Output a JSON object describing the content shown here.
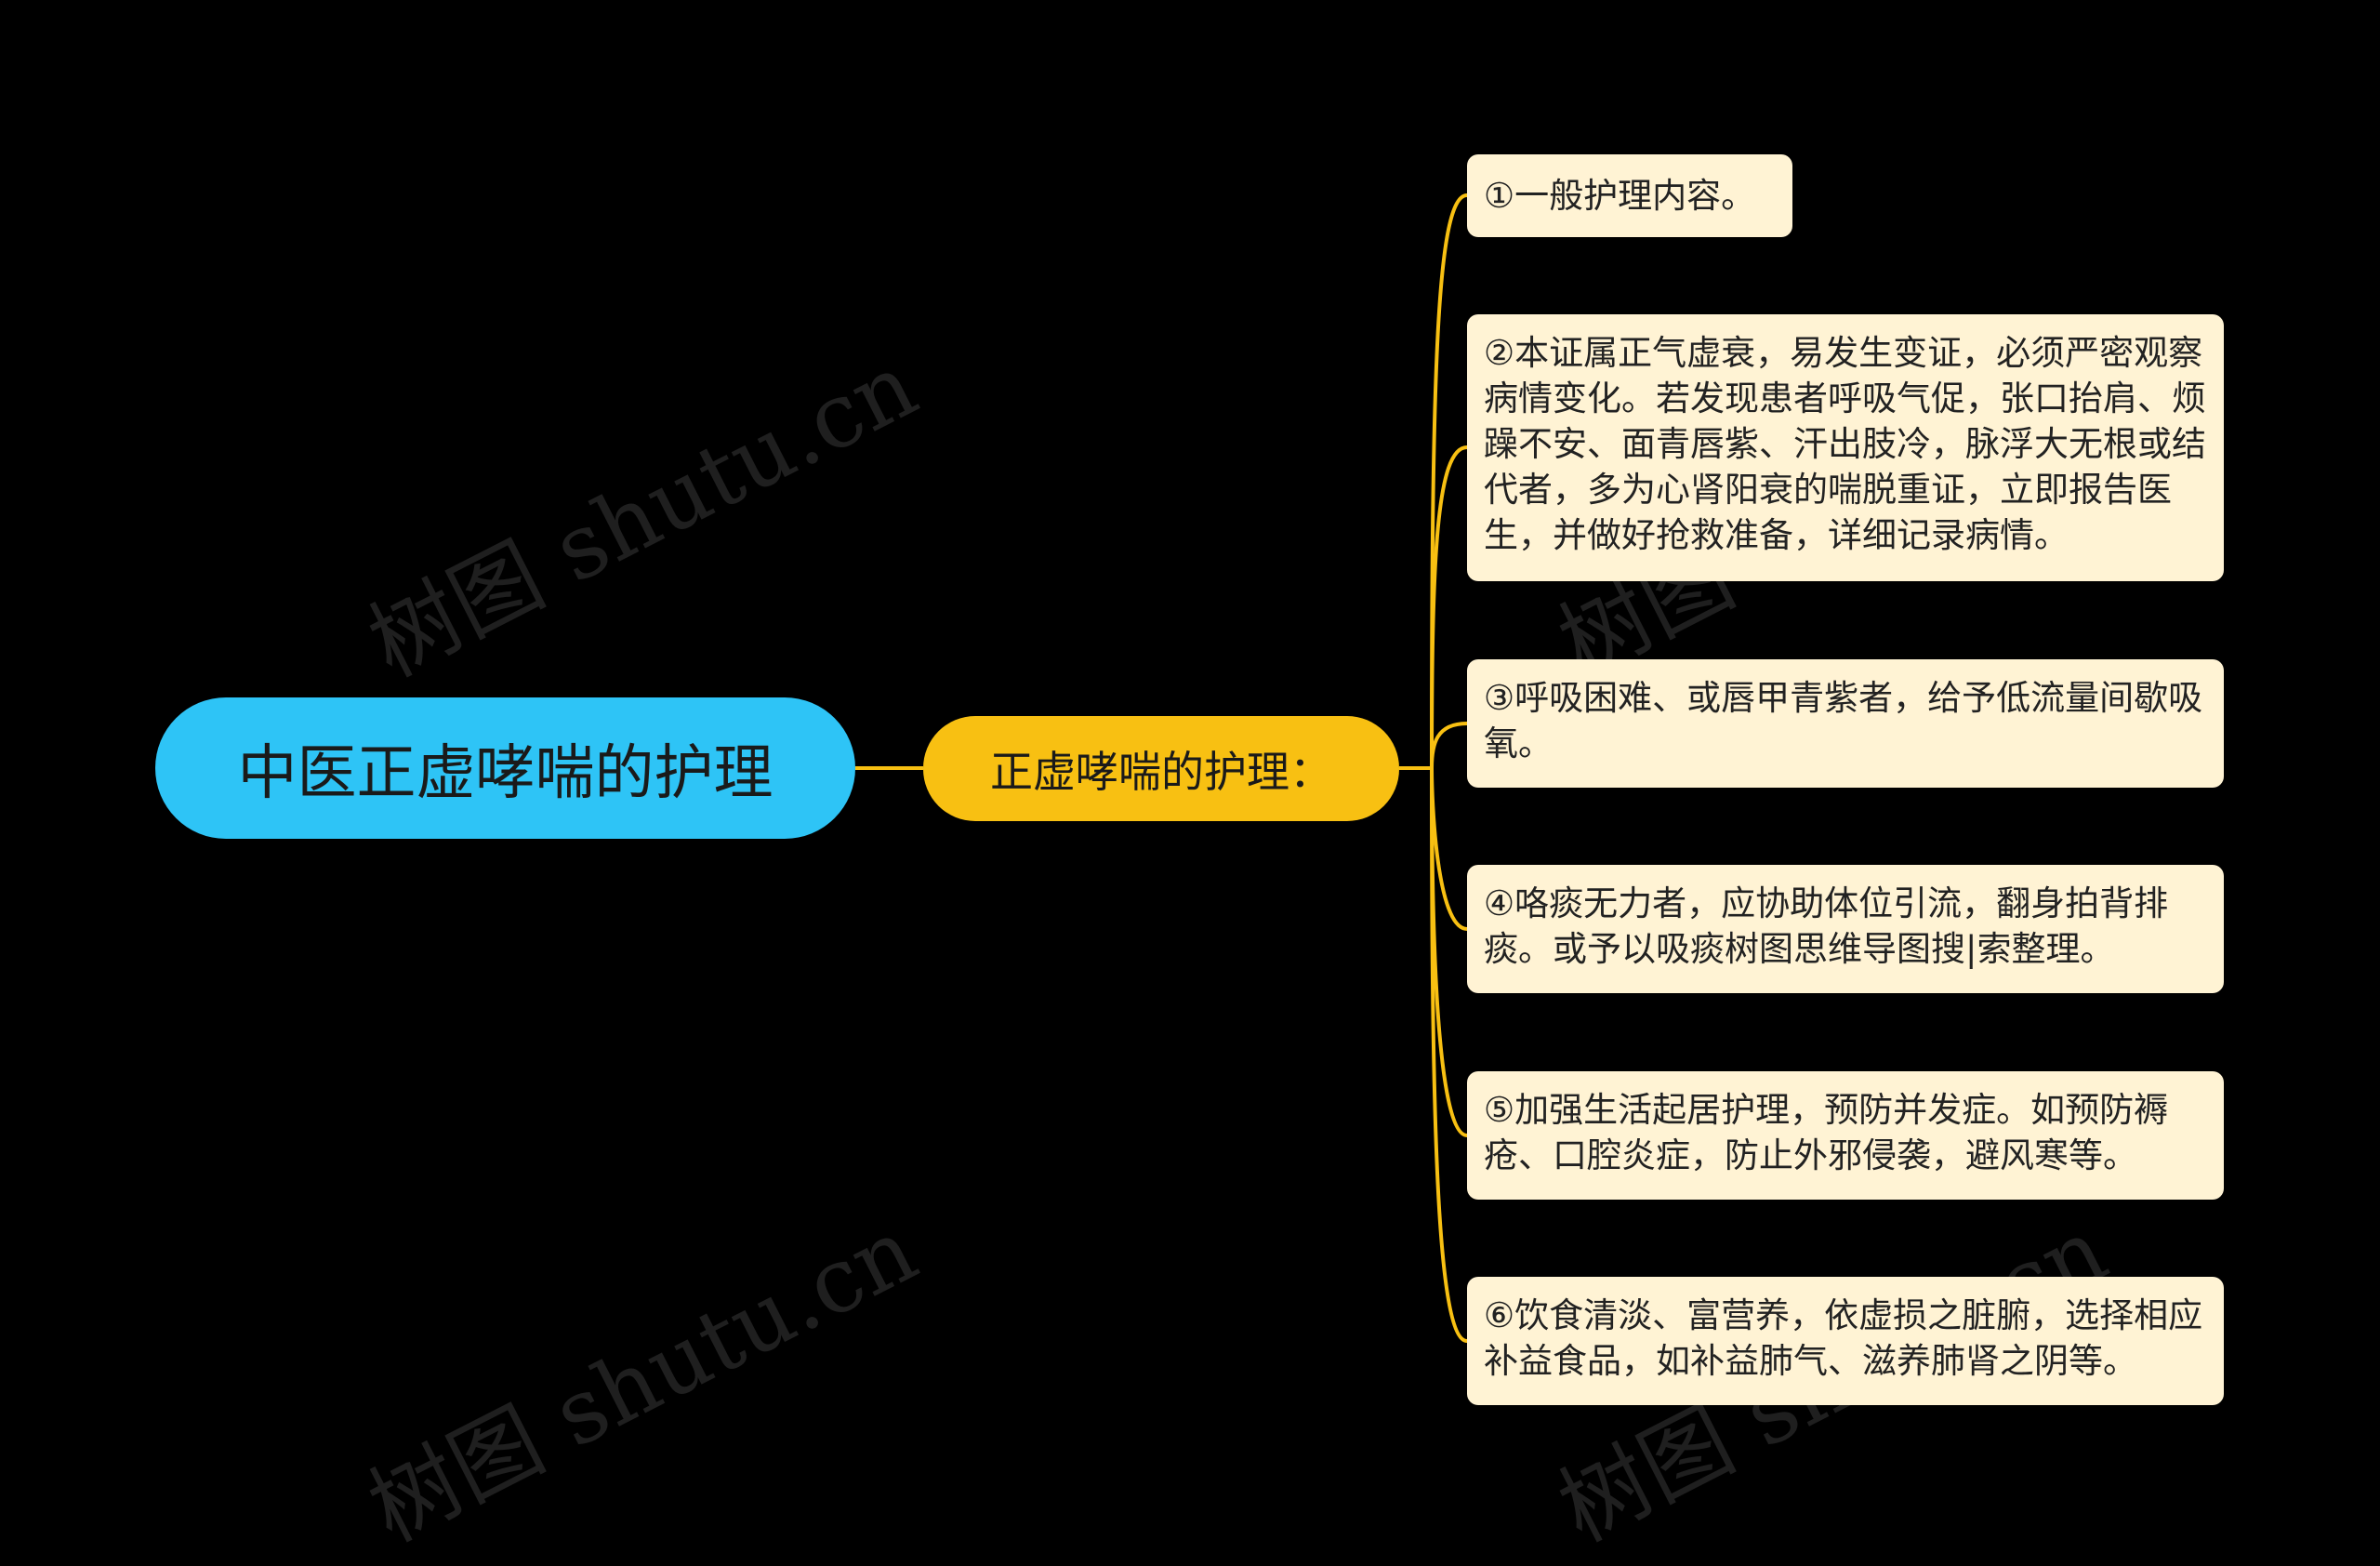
{
  "root": {
    "label": "中医正虚哮喘的护理"
  },
  "branch": {
    "label": "正虚哮喘的护理："
  },
  "leaves": [
    {
      "text": "①一般护理内容。"
    },
    {
      "text": "②本证属正气虚衰，易发生变证，必须严密观察病情变化。若发现患者呼吸气促，张口抬肩、烦躁不安、面青唇紫、汗出肢冷，脉浮大无根或结代者，多为心肾阳衰的喘脱重证，立即报告医生，并做好抢救准备，详细记录病情。"
    },
    {
      "text": "③呼吸困难、或唇甲青紫者，给予低流量间歇吸氧。"
    },
    {
      "text": "④咯痰无力者，应协助体位引流，翻身拍背排痰。或予以吸痰树图思维导图搜|索整理。"
    },
    {
      "text": "⑤加强生活起居护理，预防并发症。如预防褥疮、口腔炎症，防止外邪侵袭，避风寒等。"
    },
    {
      "text": "⑥饮食清淡、富营养，依虚损之脏腑，选择相应补益食品，如补益肺气、滋养肺肾之阴等。"
    }
  ],
  "watermark": {
    "text": "树图 shutu.cn"
  },
  "colors": {
    "background": "#000000",
    "root_fill": "#2EC4F6",
    "branch_fill": "#F8C012",
    "leaf_fill": "#FFF3D4",
    "connector": "#F8C012"
  }
}
